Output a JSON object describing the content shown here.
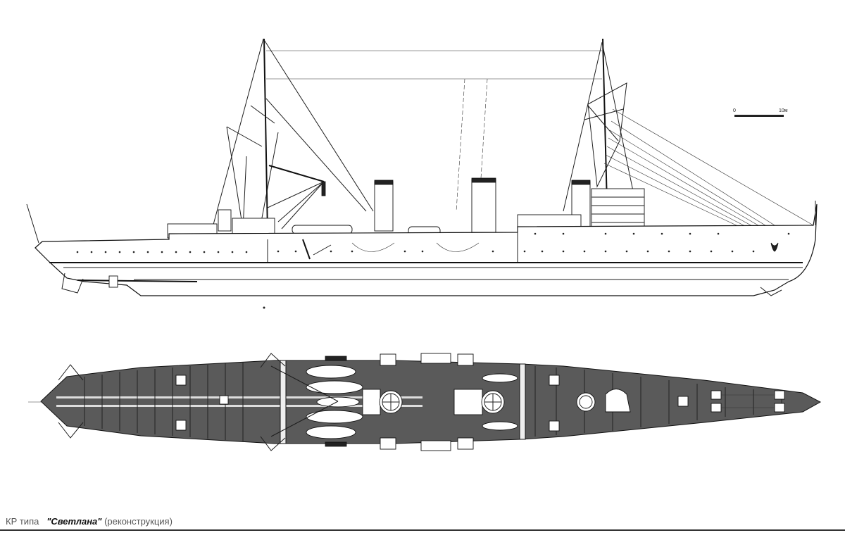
{
  "drawing": {
    "subject": "Светлана-class light cruiser (reconstruction)",
    "views": [
      {
        "id": "side-elevation",
        "label": "Profile / side view"
      },
      {
        "id": "plan-view",
        "label": "Deck plan / top view"
      }
    ],
    "scale_bar": {
      "start_label": "0",
      "end_label": "10м"
    },
    "features": {
      "masts": 2,
      "funnels": 3,
      "boats_on_deck": 5
    }
  },
  "caption": {
    "prefix": "КР типа",
    "title": "\"Светлана\"",
    "suffix": "(реконструкция)"
  },
  "colors": {
    "ink": "#1e1e1e",
    "deck_planking": "#5a5a5a",
    "paper": "#ffffff"
  }
}
